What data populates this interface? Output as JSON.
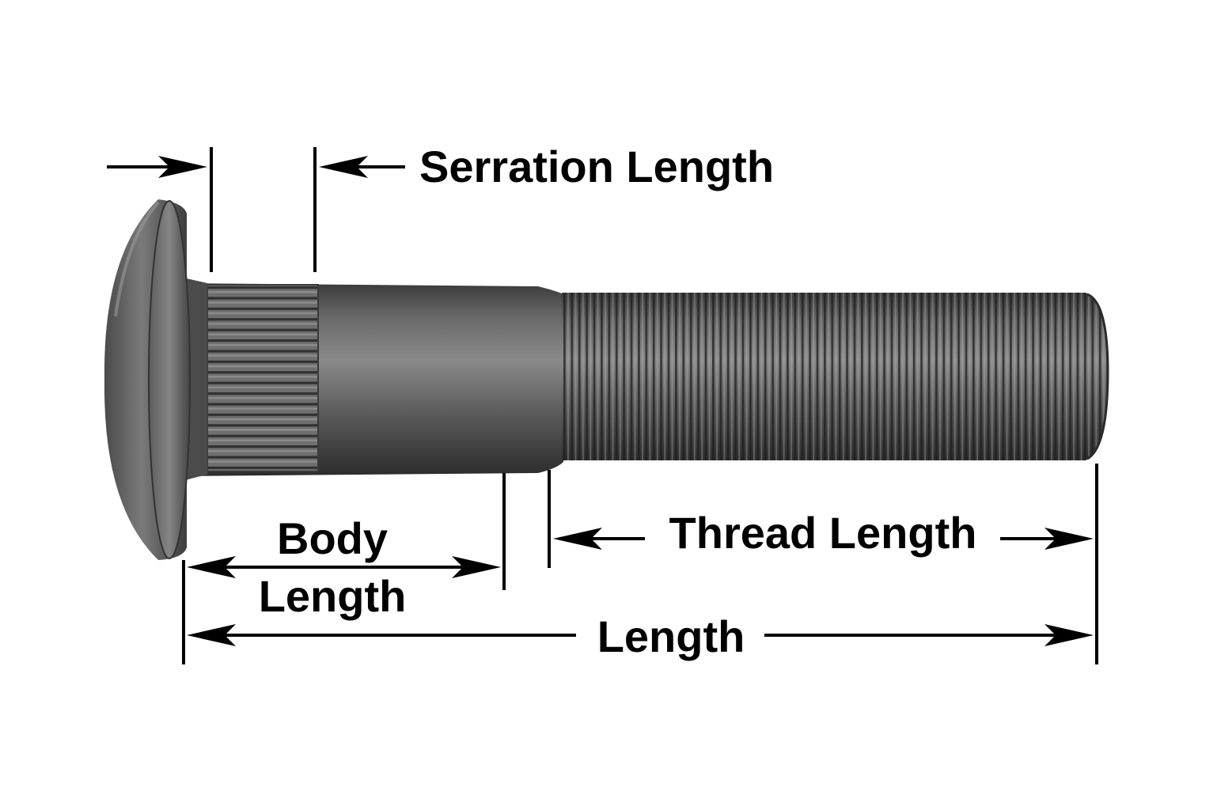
{
  "labels": {
    "serration": "Serration Length",
    "body_line1": "Body",
    "body_line2": "Length",
    "thread": "Thread Length",
    "length": "Length"
  },
  "colors": {
    "background": "#ffffff",
    "line": "#000000",
    "stud_light": "#7d7d7d",
    "stud_mid": "#5a5a5a",
    "stud_dark": "#2e2e2e"
  }
}
